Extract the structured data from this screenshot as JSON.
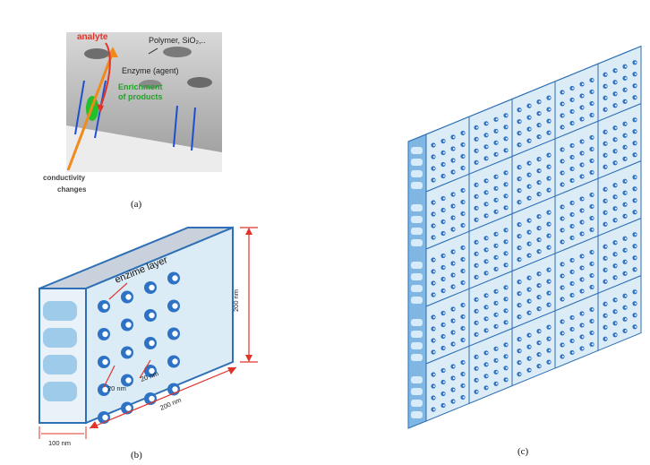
{
  "panel_a": {
    "analyte": "analyte",
    "polymer": "Polymer, SiO₂,..",
    "enzyme": "Enzyme (agent)",
    "enrichment_line1": "Enrichment",
    "enrichment_line2": "of products",
    "conductivity_line1": "conductivity",
    "conductivity_line2": "changes",
    "caption": "(a)"
  },
  "panel_b": {
    "enzime_layer": "enzime layer",
    "height": "200 nm",
    "width": "200 nm",
    "depth": "100 nm",
    "gap_1": "20 nm",
    "gap_2": "20 nm",
    "caption": "(b)"
  },
  "panel_c": {
    "caption": "(c)"
  },
  "colors": {
    "front_face": "#dcecf7",
    "edge": "#2e6fb5",
    "side_face": "#7fb6e3",
    "top_face": "#c9d2dc",
    "pore": "#2d72c4",
    "dimension_red": "#e0342b",
    "orange_arrow": "#f08a1c",
    "green_blob": "#22c02a"
  }
}
